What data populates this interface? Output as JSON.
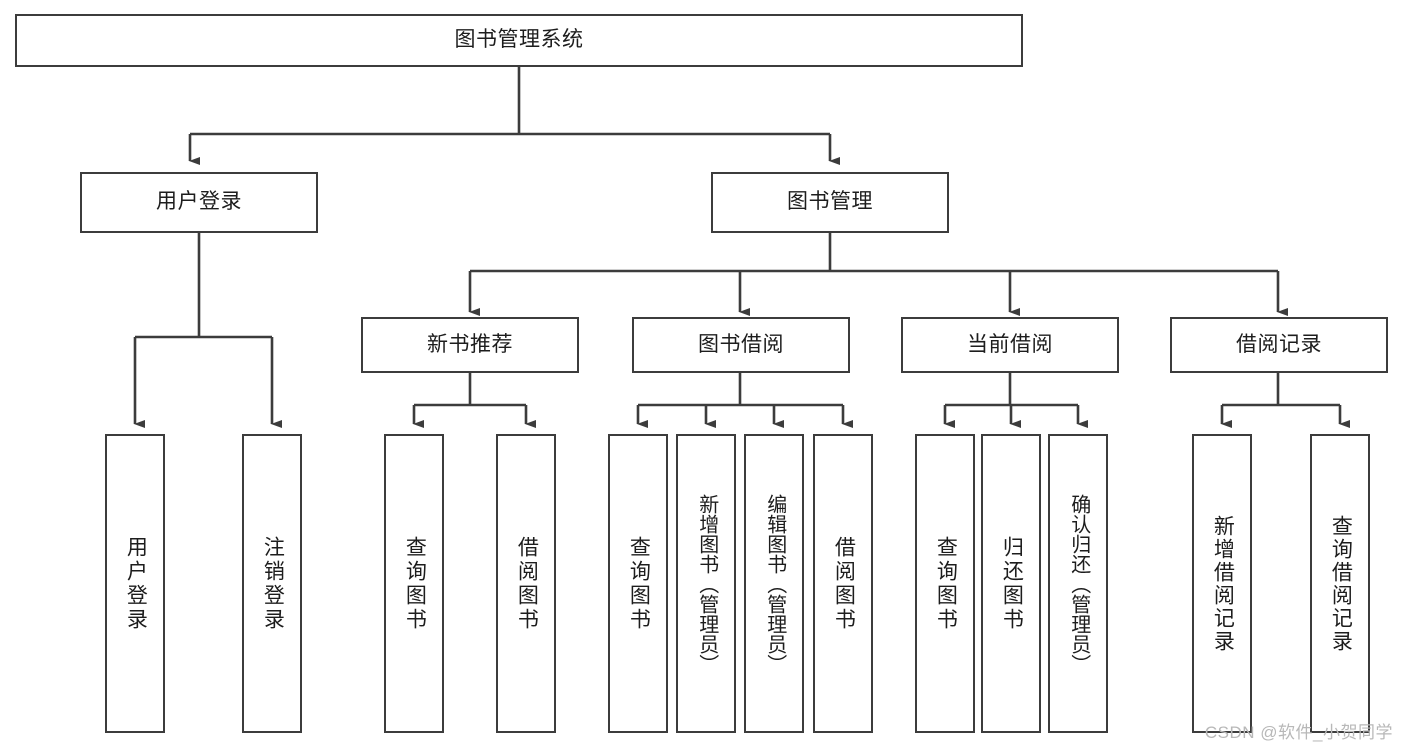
{
  "diagram": {
    "type": "tree-hierarchy",
    "title_node": {
      "label": "图书管理系统"
    },
    "level2": [
      {
        "label": "用户登录"
      },
      {
        "label": "图书管理"
      }
    ],
    "level3": [
      {
        "label": "新书推荐",
        "parent": "图书管理"
      },
      {
        "label": "图书借阅",
        "parent": "图书管理"
      },
      {
        "label": "当前借阅",
        "parent": "图书管理"
      },
      {
        "label": "借阅记录",
        "parent": "图书管理"
      }
    ],
    "leaves": {
      "user_login": [
        {
          "label": "用户登录"
        },
        {
          "label": "注销登录"
        }
      ],
      "new_book_recommend": [
        {
          "label": "查询图书"
        },
        {
          "label": "借阅图书"
        }
      ],
      "book_borrow": [
        {
          "label": "查询图书"
        },
        {
          "label": "新增图书（管理员）"
        },
        {
          "label": "编辑图书（管理员）"
        },
        {
          "label": "借阅图书"
        }
      ],
      "current_borrow": [
        {
          "label": "查询图书"
        },
        {
          "label": "归还图书"
        },
        {
          "label": "确认归还（管理员）"
        }
      ],
      "borrow_record": [
        {
          "label": "新增借阅记录"
        },
        {
          "label": "查询借阅记录"
        }
      ]
    }
  },
  "watermark": {
    "text": "CSDN @软件_小贺同学"
  },
  "colors": {
    "border": "#3c3c3c",
    "background": "#ffffff",
    "text": "#1d1d1d",
    "watermark": "#b8b8b8"
  }
}
